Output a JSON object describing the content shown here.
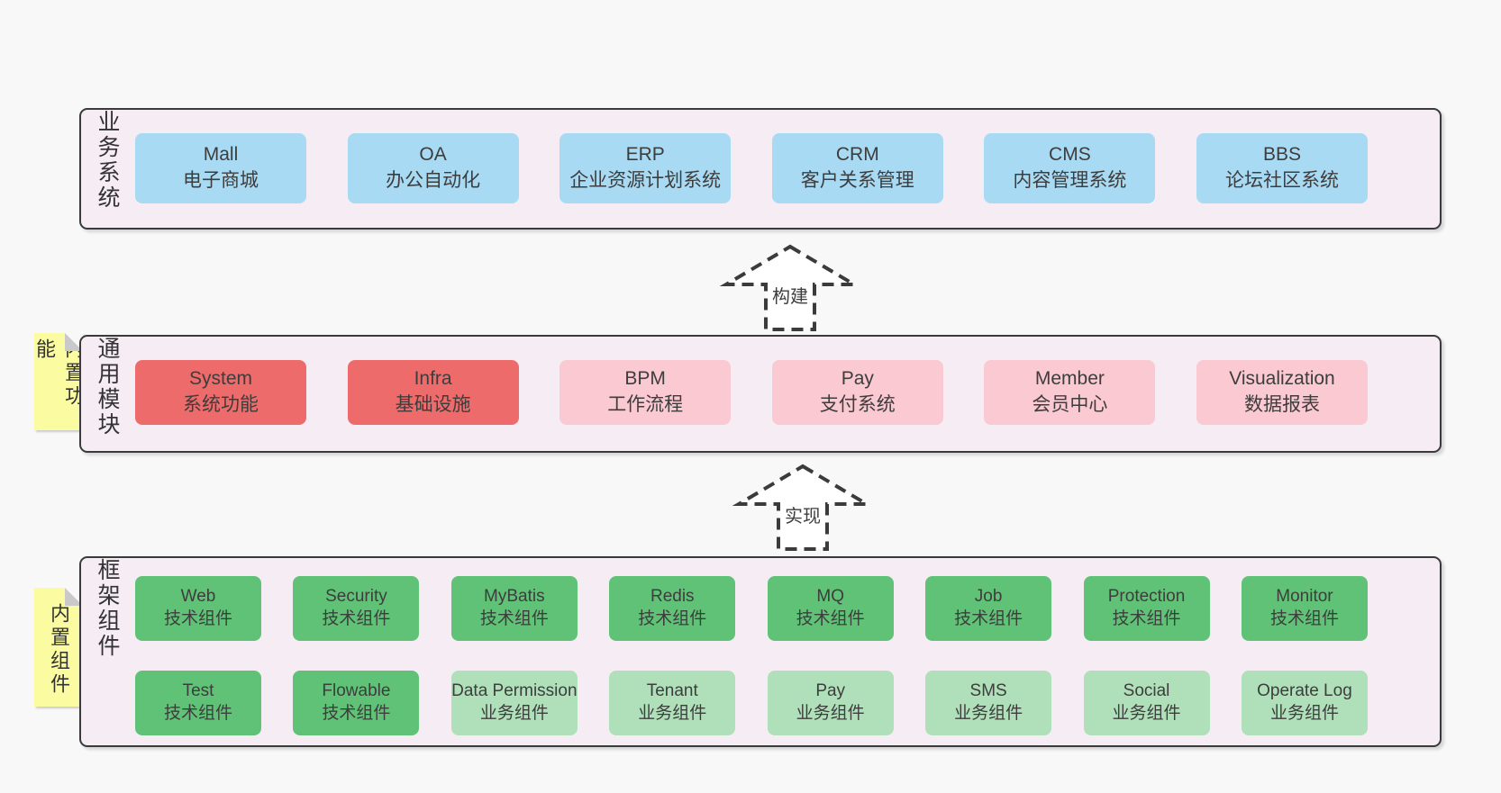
{
  "diagram": {
    "arrows": [
      {
        "label": "构建"
      },
      {
        "label": "实现"
      }
    ],
    "panels": [
      {
        "side_label": "业务系统",
        "boxes": [
          {
            "title": "Mall",
            "subtitle": "电子商城"
          },
          {
            "title": "OA",
            "subtitle": "办公自动化"
          },
          {
            "title": "ERP",
            "subtitle": "企业资源计划系统"
          },
          {
            "title": "CRM",
            "subtitle": "客户关系管理"
          },
          {
            "title": "CMS",
            "subtitle": "内容管理系统"
          },
          {
            "title": "BBS",
            "subtitle": "论坛社区系统"
          }
        ]
      },
      {
        "side_label": "通用模块",
        "sticky_note": "内置功能",
        "boxes": [
          {
            "title": "System",
            "subtitle": "系统功能"
          },
          {
            "title": "Infra",
            "subtitle": "基础设施"
          },
          {
            "title": "BPM",
            "subtitle": "工作流程"
          },
          {
            "title": "Pay",
            "subtitle": "支付系统"
          },
          {
            "title": "Member",
            "subtitle": "会员中心"
          },
          {
            "title": "Visualization",
            "subtitle": "数据报表"
          }
        ]
      },
      {
        "side_label": "框架组件",
        "sticky_note": "内置组件",
        "boxes": [
          {
            "title": "Web",
            "subtitle": "技术组件"
          },
          {
            "title": "Security",
            "subtitle": "技术组件"
          },
          {
            "title": "MyBatis",
            "subtitle": "技术组件"
          },
          {
            "title": "Redis",
            "subtitle": "技术组件"
          },
          {
            "title": "MQ",
            "subtitle": "技术组件"
          },
          {
            "title": "Job",
            "subtitle": "技术组件"
          },
          {
            "title": "Protection",
            "subtitle": "技术组件"
          },
          {
            "title": "Monitor",
            "subtitle": "技术组件"
          },
          {
            "title": "Test",
            "subtitle": "技术组件"
          },
          {
            "title": "Flowable",
            "subtitle": "技术组件"
          },
          {
            "title": "Data Permission",
            "subtitle": "业务组件"
          },
          {
            "title": "Tenant",
            "subtitle": "业务组件"
          },
          {
            "title": "Pay",
            "subtitle": "业务组件"
          },
          {
            "title": "SMS",
            "subtitle": "业务组件"
          },
          {
            "title": "Social",
            "subtitle": "业务组件"
          },
          {
            "title": "Operate Log",
            "subtitle": "业务组件"
          }
        ]
      }
    ],
    "palette": {
      "page_bg": "#f8f8f8",
      "panel_bg": "#f6ecf4",
      "panel_border": "#3a3a3a",
      "box_blue": "#a8daf3",
      "box_red": "#ee6b6b",
      "box_pink": "#fac9d1",
      "box_green": "#60c276",
      "box_light_green": "#b0e0ba",
      "sticky_yellow": "#fbfba1",
      "text": "#3d3d3d"
    }
  }
}
